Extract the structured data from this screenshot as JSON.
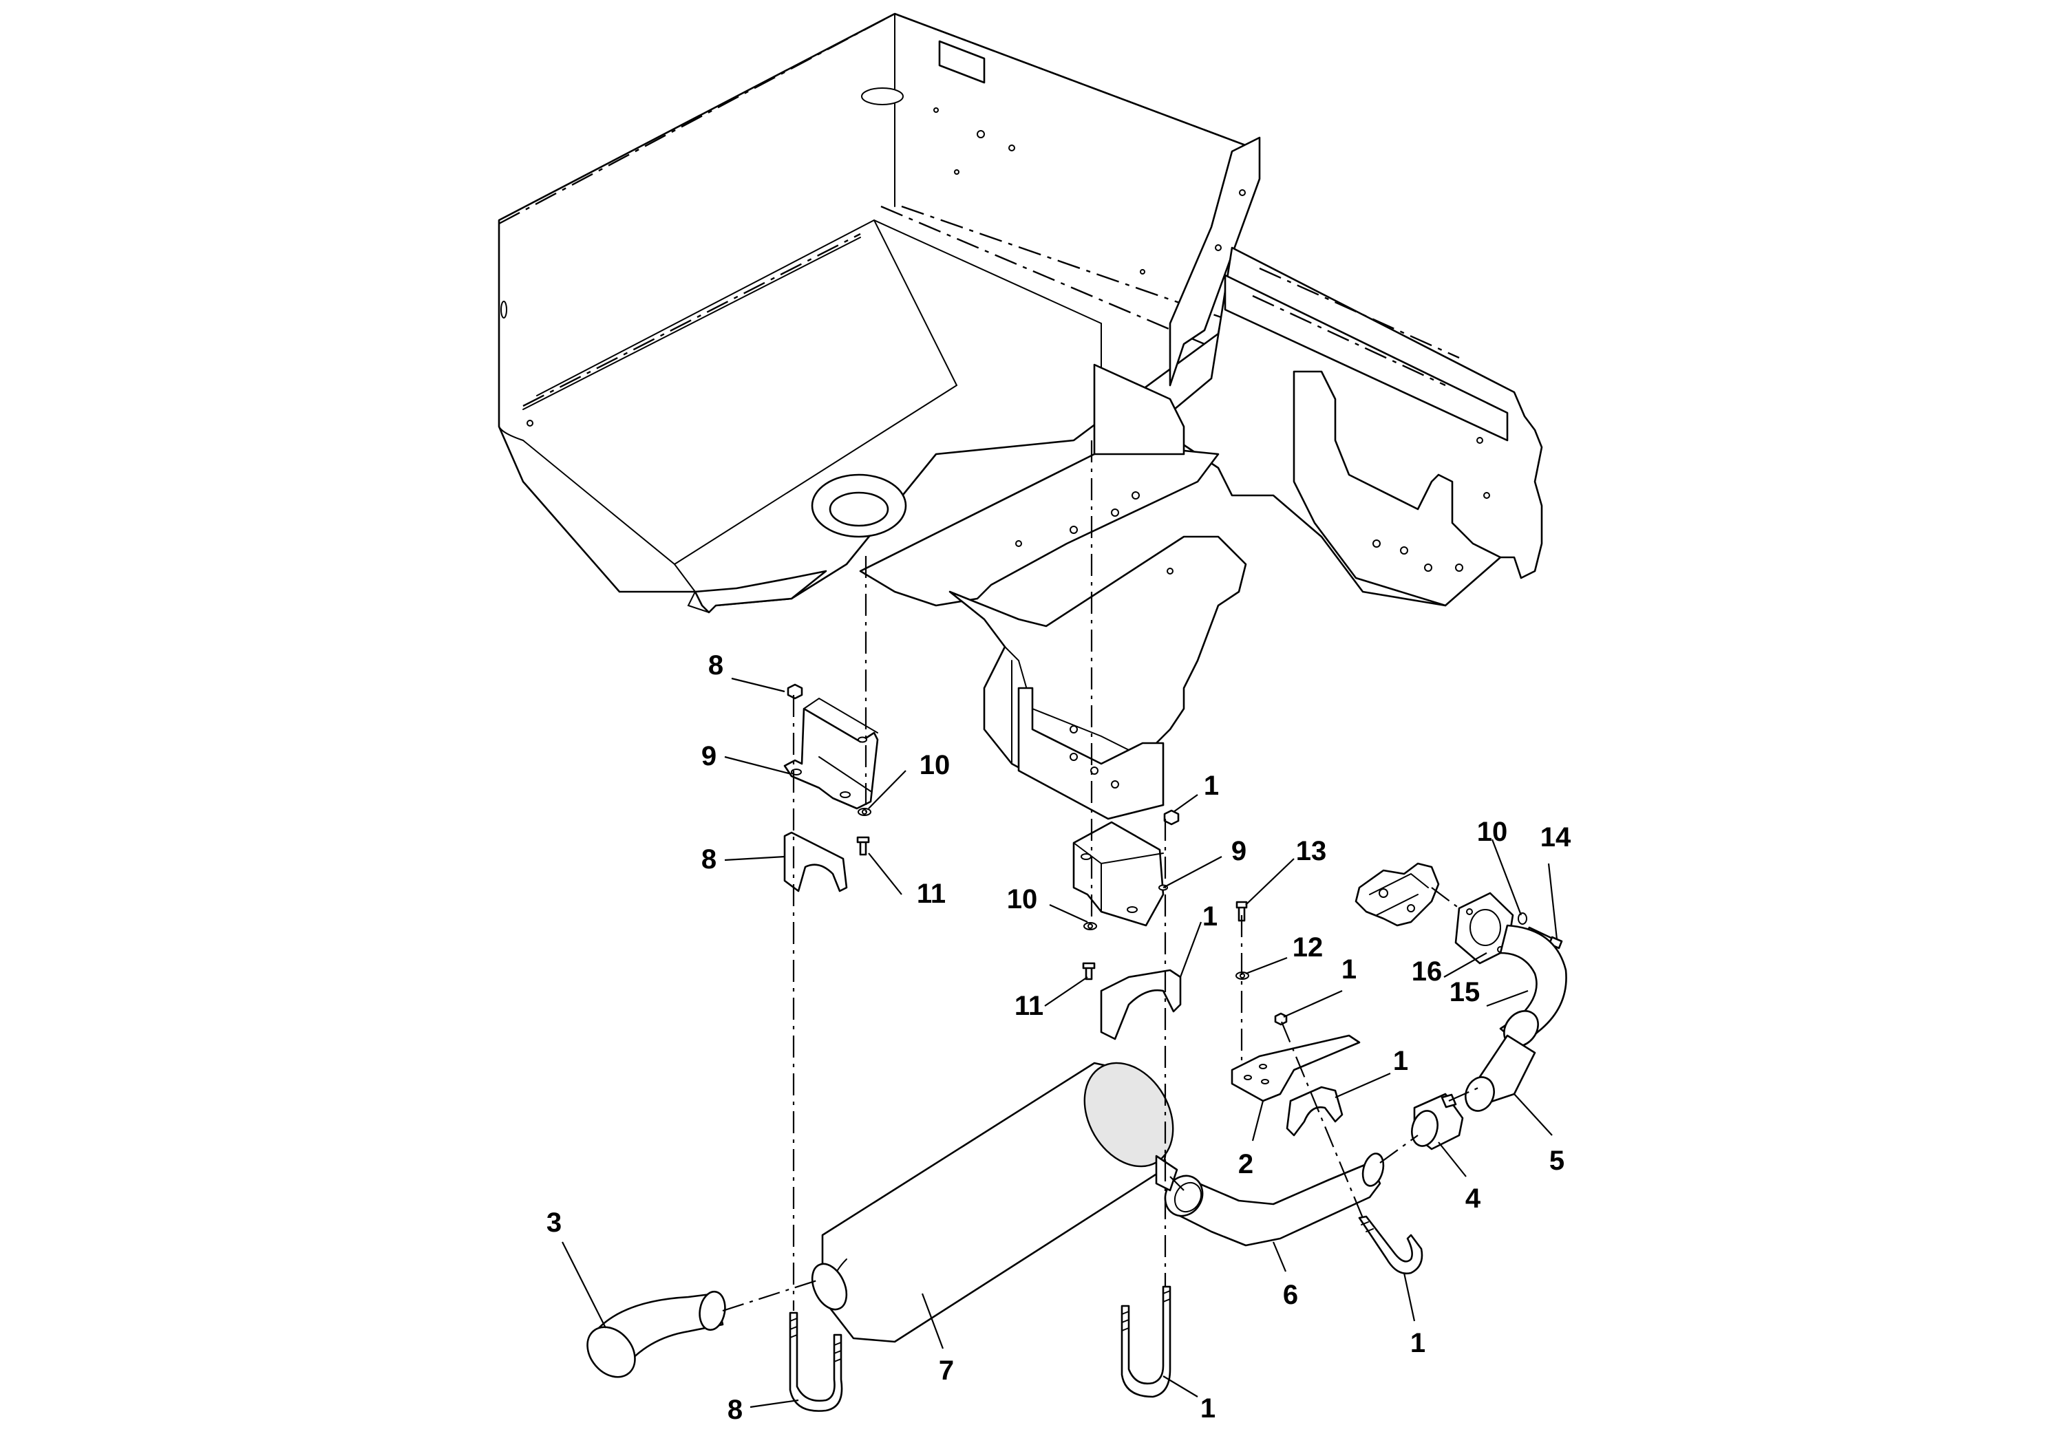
{
  "callouts": [
    {
      "id": "c1",
      "label": "8"
    },
    {
      "id": "c2",
      "label": "9"
    },
    {
      "id": "c3",
      "label": "10"
    },
    {
      "id": "c4",
      "label": "8"
    },
    {
      "id": "c5",
      "label": "11"
    },
    {
      "id": "c6",
      "label": "1"
    },
    {
      "id": "c7",
      "label": "9"
    },
    {
      "id": "c8",
      "label": "13"
    },
    {
      "id": "c9",
      "label": "10"
    },
    {
      "id": "c10",
      "label": "14"
    },
    {
      "id": "c11",
      "label": "10"
    },
    {
      "id": "c12",
      "label": "1"
    },
    {
      "id": "c13",
      "label": "12"
    },
    {
      "id": "c14",
      "label": "11"
    },
    {
      "id": "c15",
      "label": "16"
    },
    {
      "id": "c16",
      "label": "15"
    },
    {
      "id": "c17",
      "label": "1"
    },
    {
      "id": "c18",
      "label": "1"
    },
    {
      "id": "c19",
      "label": "2"
    },
    {
      "id": "c20",
      "label": "5"
    },
    {
      "id": "c21",
      "label": "4"
    },
    {
      "id": "c22",
      "label": "3"
    },
    {
      "id": "c23",
      "label": "6"
    },
    {
      "id": "c24",
      "label": "1"
    },
    {
      "id": "c25",
      "label": "7"
    },
    {
      "id": "c26",
      "label": "8"
    },
    {
      "id": "c27",
      "label": "1"
    }
  ]
}
